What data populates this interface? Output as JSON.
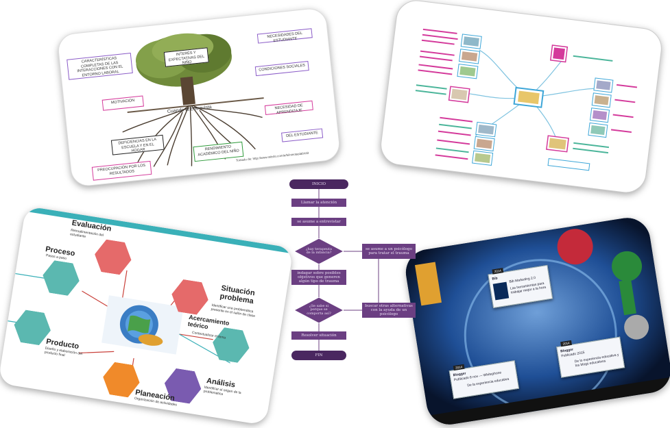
{
  "tree": {
    "center_title": "Cuando la Entrevista",
    "boxes": [
      "CARACTERÍSTICAS COMPLETAS DE LAS INTERACCIONES CON EL ENTORNO LABORAL",
      "INTERÉS Y EXPECTATIVAS DEL NIÑO",
      "MOTIVACIÓN",
      "NECESIDADES DEL ESTUDIANTE",
      "CONDICIONES SOCIALES",
      "NECESIDAD DE APRENDIZAJE",
      "DEFICIENCIAS EN LA ESCUELA Y EN EL HOGAR",
      "PREOCUPACIÓN POR LOS RESULTADOS",
      "RENDIMIENTO ACADÉMICO DEL NIÑO",
      "DEL ESTUDIANTE"
    ],
    "caption": "Tomado de: http://www.mitrdo.com/e/bi/ninotaslab/otit"
  },
  "flowchart": {
    "start": "INICIO",
    "steps": [
      "Llamar la atención",
      "se asume a entrevistar",
      "¿hay terapeuta de la infancia?",
      "se asume a un psicólogo para tratar el trauma",
      "indagar sobre posibles objetivos que generen algún tipo de trauma",
      "¿Se sabe si porque se comporta así?",
      "buscar otras alternativas con la ayuda de un psicólogo",
      "Resolver situación"
    ],
    "end": "FIN"
  },
  "hexagons": {
    "labels": [
      "Evaluación",
      "Proceso",
      "Situación problema",
      "Acercamiento teórico",
      "Producto",
      "Análisis",
      "Planeación"
    ],
    "subs": [
      "Retroalimentación del estudiante",
      "Pasos a paso",
      "Identificar una problemática presente en el salón de clase",
      "Contextualizar el tema",
      "Diseño y elaboración del producto final",
      "Identificar el origen de la problemática",
      "Organización de actividades"
    ]
  },
  "tablet": {
    "popups": [
      {
        "hdr": "2014",
        "title": "Bib",
        "sub": "Bib Marketing 2.0",
        "text": "Las herramientas para trabajar mejor a la hora"
      },
      {
        "hdr": "2014",
        "title": "Blogger",
        "sub": "Publicado 8 nov — Whitephone",
        "text": "De la experiencia educativa"
      },
      {
        "hdr": "2014",
        "title": "Blogger",
        "sub": "Publicado 2015",
        "text": "De lo experiencia educativa y los blogs educativos"
      }
    ]
  },
  "colors": {
    "flow_purple": "#6b3f82",
    "flow_dark": "#4a2760",
    "pink": "#d43a9b"
  }
}
